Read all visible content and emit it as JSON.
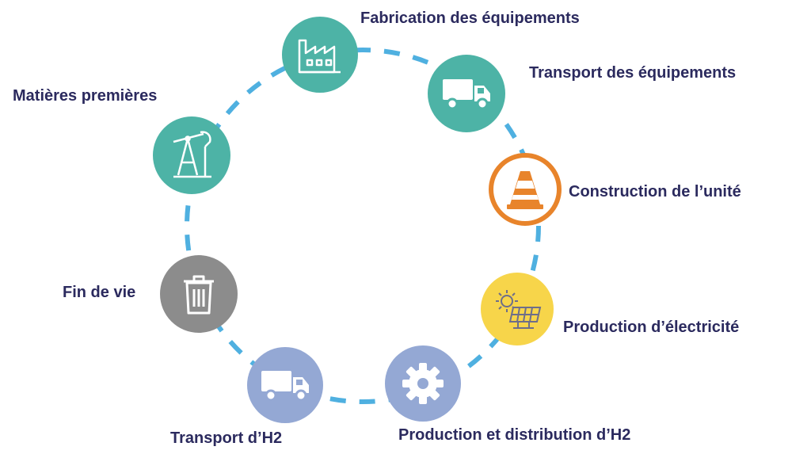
{
  "steps": [
    {
      "label": "Fabrication des équipements",
      "icon": "factory-icon",
      "color": "#4db3a6"
    },
    {
      "label": "Transport des équipements",
      "icon": "truck-icon",
      "color": "#4db3a6"
    },
    {
      "label": "Construction de l’unité",
      "icon": "traffic-cone-icon",
      "color": "#e8842b"
    },
    {
      "label": "Production d’électricité",
      "icon": "solar-panel-icon",
      "color": "#f7d54a"
    },
    {
      "label": "Production et distribution d’H2",
      "icon": "gear-icon",
      "color": "#94a8d4"
    },
    {
      "label": "Transport d’H2",
      "icon": "truck-icon",
      "color": "#94a8d4"
    },
    {
      "label": "Fin de vie",
      "icon": "trash-bin-icon",
      "color": "#8c8c8c"
    },
    {
      "label": "Matières premières",
      "icon": "oil-pump-icon",
      "color": "#4db3a6"
    }
  ],
  "colors": {
    "text": "#2b2a5e",
    "dashes": "#4fb0e0"
  }
}
